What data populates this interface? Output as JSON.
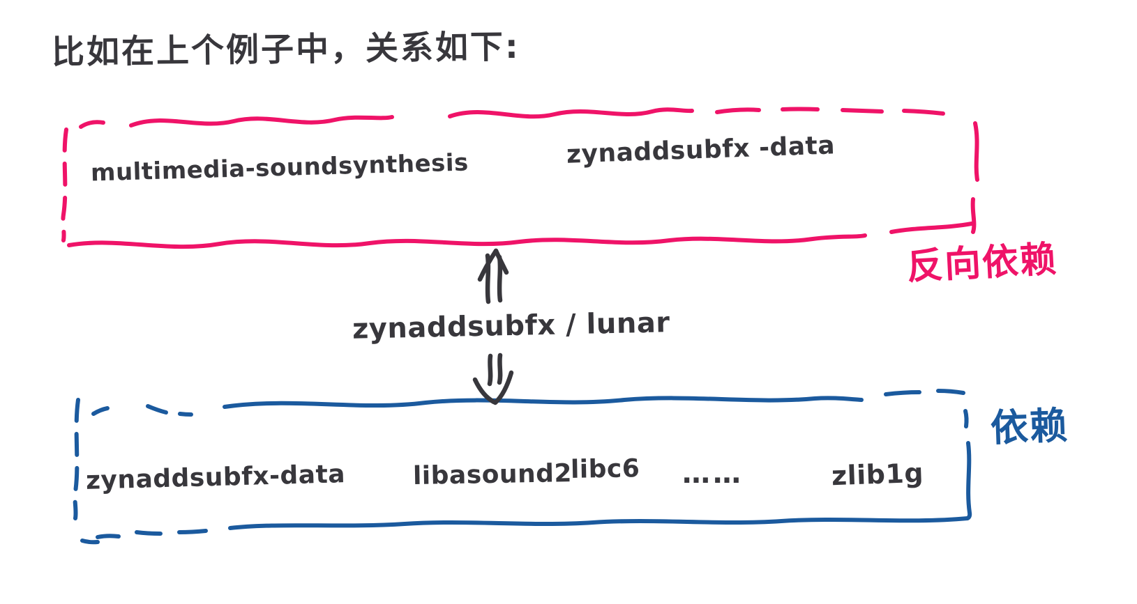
{
  "colors": {
    "ink": "#38373c",
    "pink": "#ef1368",
    "blue": "#1b5a9e",
    "background": "#ffffff"
  },
  "heading": {
    "text": "比如在上个例子中，关系如下:"
  },
  "reverse_dependency_box": {
    "label": "反向依赖",
    "items": [
      "multimedia-soundsynthesis",
      "zynaddsubfx -data"
    ]
  },
  "center_package": {
    "name": "zynaddsubfx / lunar"
  },
  "dependency_box": {
    "label": "依赖",
    "items": [
      "zynaddsubfx-data",
      "libasound2",
      "libc6",
      "……",
      "zlib1g"
    ]
  }
}
